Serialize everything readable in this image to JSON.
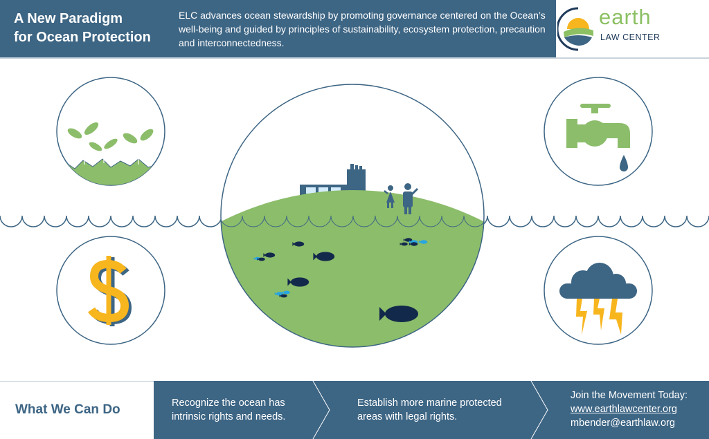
{
  "header": {
    "title_line1": "A New Paradigm",
    "title_line2": "for Ocean Protection",
    "description": "ELC advances ocean stewardship by promoting governance centered on the Ocean’s well-being and guided by principles of sustainability, ecosystem protection, precaution and interconnectedness.",
    "logo_word": "earth",
    "logo_sub": "LAW CENTER"
  },
  "colors": {
    "blue": "#3d6584",
    "green": "#8cbd6b",
    "navy": "#13294b",
    "yellow": "#f7b51e",
    "light_blue": "#29a6e0"
  },
  "icons": [
    "sprouts-icon",
    "faucet-icon",
    "dollar-icon",
    "storm-cloud-icon",
    "ocean-globe-illustration"
  ],
  "footer": {
    "title": "What We Can Do",
    "step1": "Recognize the ocean has intrinsic rights and needs.",
    "step2": "Establish more marine protected areas with legal rights.",
    "join": "Join the Movement Today:",
    "website": "www.earthlawcenter.org",
    "email": "mbender@earthlaw.org"
  }
}
